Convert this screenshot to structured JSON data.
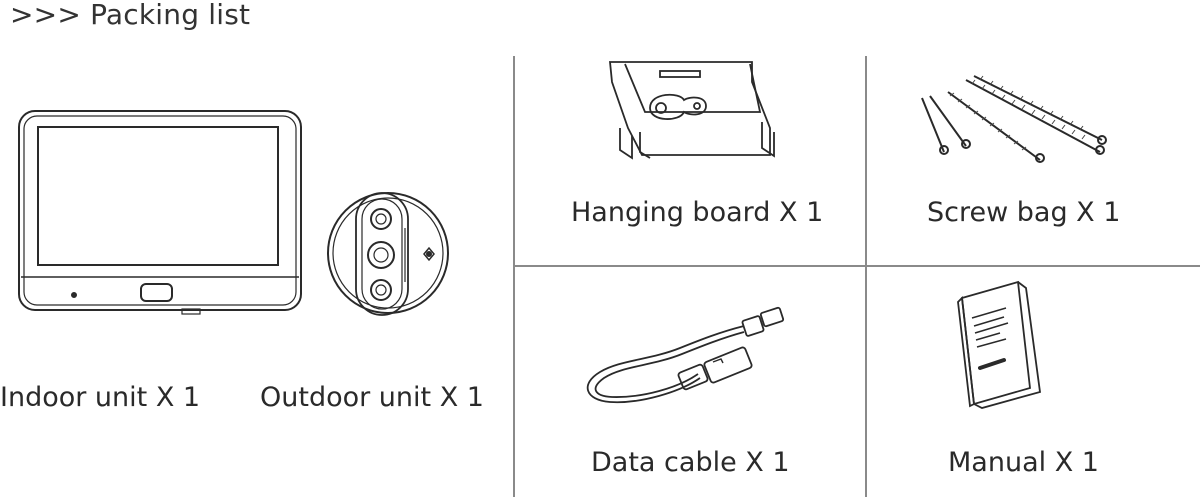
{
  "heading": ">>> Packing list",
  "items": {
    "indoor_unit": "Indoor unit X 1",
    "outdoor_unit": "Outdoor unit X 1",
    "hanging_board": "Hanging board X 1",
    "screw_bag": "Screw bag X 1",
    "data_cable": "Data cable X 1",
    "manual": "Manual X 1"
  },
  "icons": {
    "indoor_unit": "indoor-unit-icon",
    "outdoor_unit": "outdoor-unit-icon",
    "hanging_board": "hanging-board-icon",
    "screw_bag": "screw-bag-icon",
    "data_cable": "data-cable-icon",
    "manual": "manual-icon"
  },
  "colors": {
    "line": "#8a8a8a",
    "text": "#2a2a2a"
  }
}
